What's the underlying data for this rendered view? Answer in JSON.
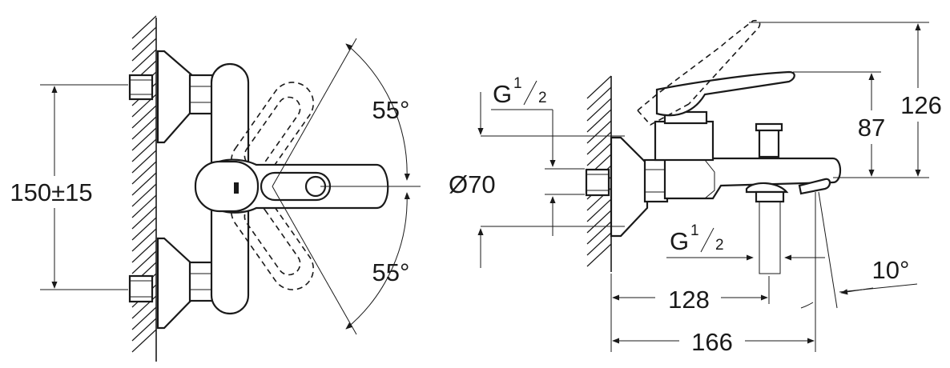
{
  "colors": {
    "ink": "#1a1a1a",
    "background": "#ffffff"
  },
  "front_view": {
    "height_label": "150±15",
    "upper_angle_label": "55°",
    "lower_angle_label": "55°"
  },
  "side_view": {
    "inlet_thread": {
      "main": "G",
      "num": "1",
      "den": "2"
    },
    "outlet_thread": {
      "main": "G",
      "num": "1",
      "den": "2"
    },
    "diameter_label": "Ø70",
    "height_87_label": "87",
    "height_126_label": "126",
    "length_128_label": "128",
    "length_166_label": "166",
    "angle_label": "10°"
  }
}
